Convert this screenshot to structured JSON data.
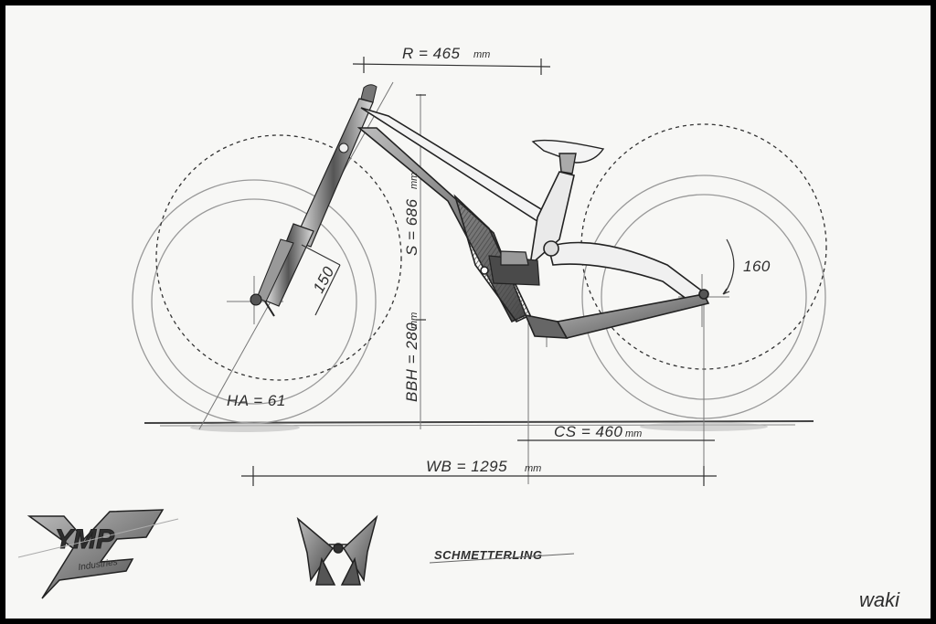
{
  "dimensions": {
    "reach": {
      "label": "R = 465",
      "unit": "mm"
    },
    "stack": {
      "label": "S = 686",
      "unit": "mm"
    },
    "bb_height": {
      "label": "BBH = 280",
      "unit": "mm"
    },
    "head_angle": {
      "label": "HA = 61"
    },
    "fork_travel": {
      "label": "150"
    },
    "rear_travel": {
      "label": "160"
    },
    "chainstay": {
      "label": "CS = 460",
      "unit": "mm"
    },
    "wheelbase": {
      "label": "WB = 1295",
      "unit": "mm"
    }
  },
  "branding": {
    "maker_logo": "YMP",
    "maker_sub": "Industries",
    "model_name": "SCHMETTERLING",
    "signature": "waki"
  },
  "colors": {
    "paper": "#f7f7f5",
    "frame": "#000000",
    "pencil": "#2e2e2e",
    "faint_pencil": "#8a8a8a"
  }
}
